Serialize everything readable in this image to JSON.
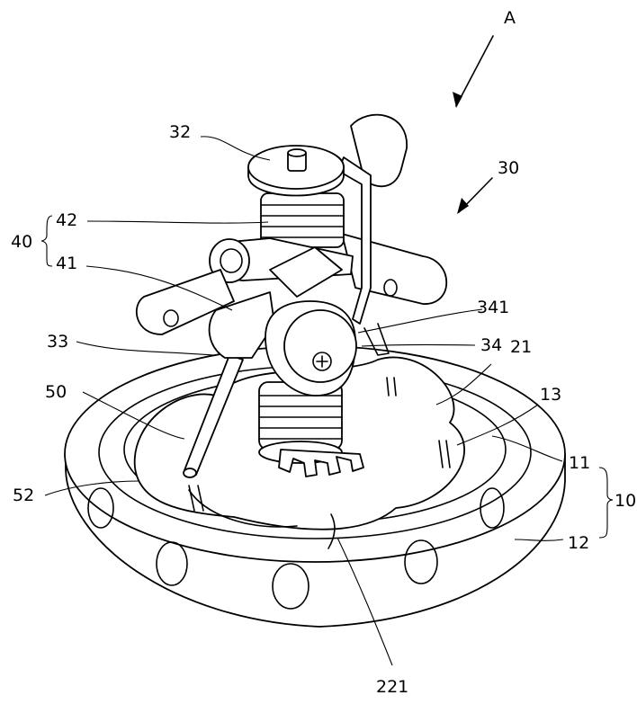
{
  "figure": {
    "labels": {
      "A": "A",
      "n30": "30",
      "n32": "32",
      "n40": "40",
      "n42": "42",
      "n41": "41",
      "n33": "33",
      "n341": "341",
      "n34": "34",
      "n21": "21",
      "n13": "13",
      "n50": "50",
      "n11": "11",
      "n10": "10",
      "n52": "52",
      "n12": "12",
      "n221": "221"
    }
  }
}
